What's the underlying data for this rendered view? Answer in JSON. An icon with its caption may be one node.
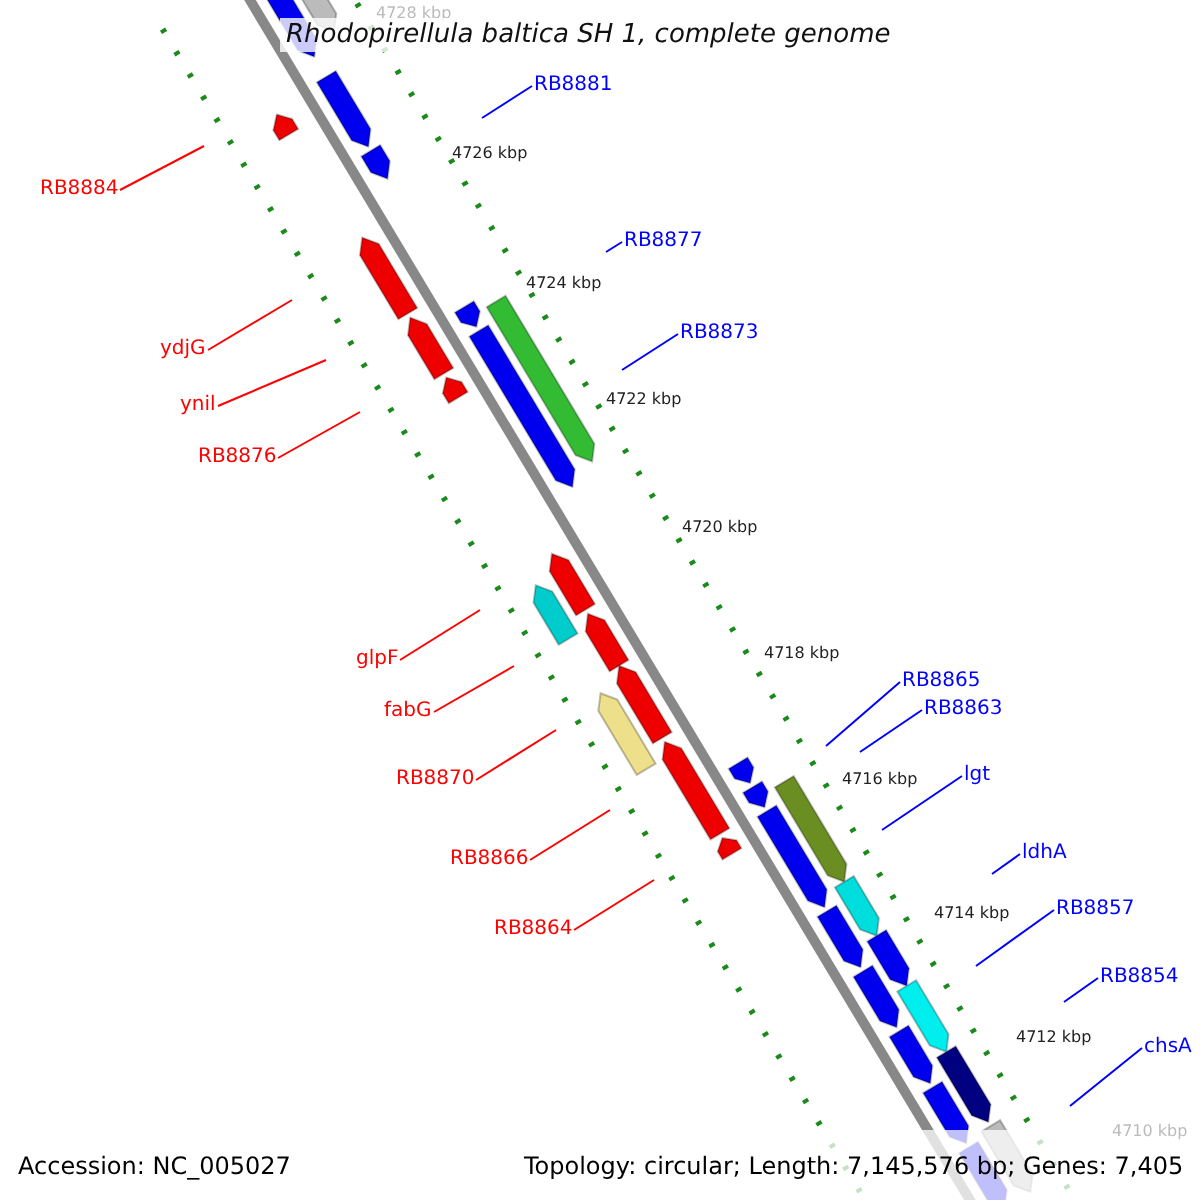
{
  "diagram": {
    "title": "Rhodopirellula baltica SH 1, complete genome",
    "nodes": [
      {
        "text": [
          "RB8881"
        ]
      },
      {
        "text": [
          "RB8884"
        ]
      },
      {
        "text": [
          "RB8877"
        ]
      },
      {
        "text": [
          "RB8873"
        ]
      },
      {
        "text": [
          "ydjG"
        ]
      },
      {
        "text": [
          "ynil"
        ]
      },
      {
        "text": [
          "RB8876"
        ]
      },
      {
        "text": [
          "glpF"
        ]
      },
      {
        "text": [
          "RB8865"
        ]
      },
      {
        "text": [
          "RB8863"
        ]
      },
      {
        "text": [
          "fabG"
        ]
      },
      {
        "text": [
          "lgt"
        ]
      },
      {
        "text": [
          "RB8870"
        ]
      },
      {
        "text": [
          "ldhA"
        ]
      },
      {
        "text": [
          "RB8866"
        ]
      },
      {
        "text": [
          "RB8857"
        ]
      },
      {
        "text": [
          "RB8864"
        ]
      },
      {
        "text": [
          "RB8854"
        ]
      },
      {
        "text": [
          "chsA"
        ]
      }
    ],
    "edges": [
      {
        "from": 0,
        "to": null,
        "arrow": "none",
        "color": "#0000ff"
      },
      {
        "from": 1,
        "to": null,
        "arrow": "none",
        "color": "#ff0000"
      },
      {
        "from": 2,
        "to": null,
        "arrow": "none",
        "color": "#0000ff"
      },
      {
        "from": 3,
        "to": null,
        "arrow": "none",
        "color": "#0000ff"
      },
      {
        "from": 4,
        "to": null,
        "arrow": "none",
        "color": "#ff0000"
      },
      {
        "from": 5,
        "to": null,
        "arrow": "none",
        "color": "#ff0000"
      },
      {
        "from": 6,
        "to": null,
        "arrow": "none",
        "color": "#ff0000"
      },
      {
        "from": 7,
        "to": null,
        "arrow": "none",
        "color": "#ff0000"
      },
      {
        "from": 8,
        "to": null,
        "arrow": "none",
        "color": "#0000ff"
      },
      {
        "from": 9,
        "to": null,
        "arrow": "none",
        "color": "#0000ff"
      },
      {
        "from": 10,
        "to": null,
        "arrow": "none",
        "color": "#ff0000"
      },
      {
        "from": 11,
        "to": null,
        "arrow": "none",
        "color": "#0000ff"
      },
      {
        "from": 12,
        "to": null,
        "arrow": "none",
        "color": "#ff0000"
      },
      {
        "from": 13,
        "to": null,
        "arrow": "none",
        "color": "#0000ff"
      },
      {
        "from": 14,
        "to": null,
        "arrow": "none",
        "color": "#ff0000"
      },
      {
        "from": 15,
        "to": null,
        "arrow": "none",
        "color": "#0000ff"
      },
      {
        "from": 16,
        "to": null,
        "arrow": "none",
        "color": "#ff0000"
      },
      {
        "from": 17,
        "to": null,
        "arrow": "none",
        "color": "#0000ff"
      },
      {
        "from": 18,
        "to": null,
        "arrow": "none",
        "color": "#0000ff"
      }
    ],
    "labels": [
      "4728 kbp",
      "4726 kbp",
      "4724 kbp",
      "4722 kbp",
      "4720 kbp",
      "4718 kbp",
      "4716 kbp",
      "4714 kbp",
      "4712 kbp",
      "4710 kbp",
      "Accession: NC_005027",
      "Topology: circular; Length: 7,145,576 bp; Genes: 7,405"
    ]
  }
}
